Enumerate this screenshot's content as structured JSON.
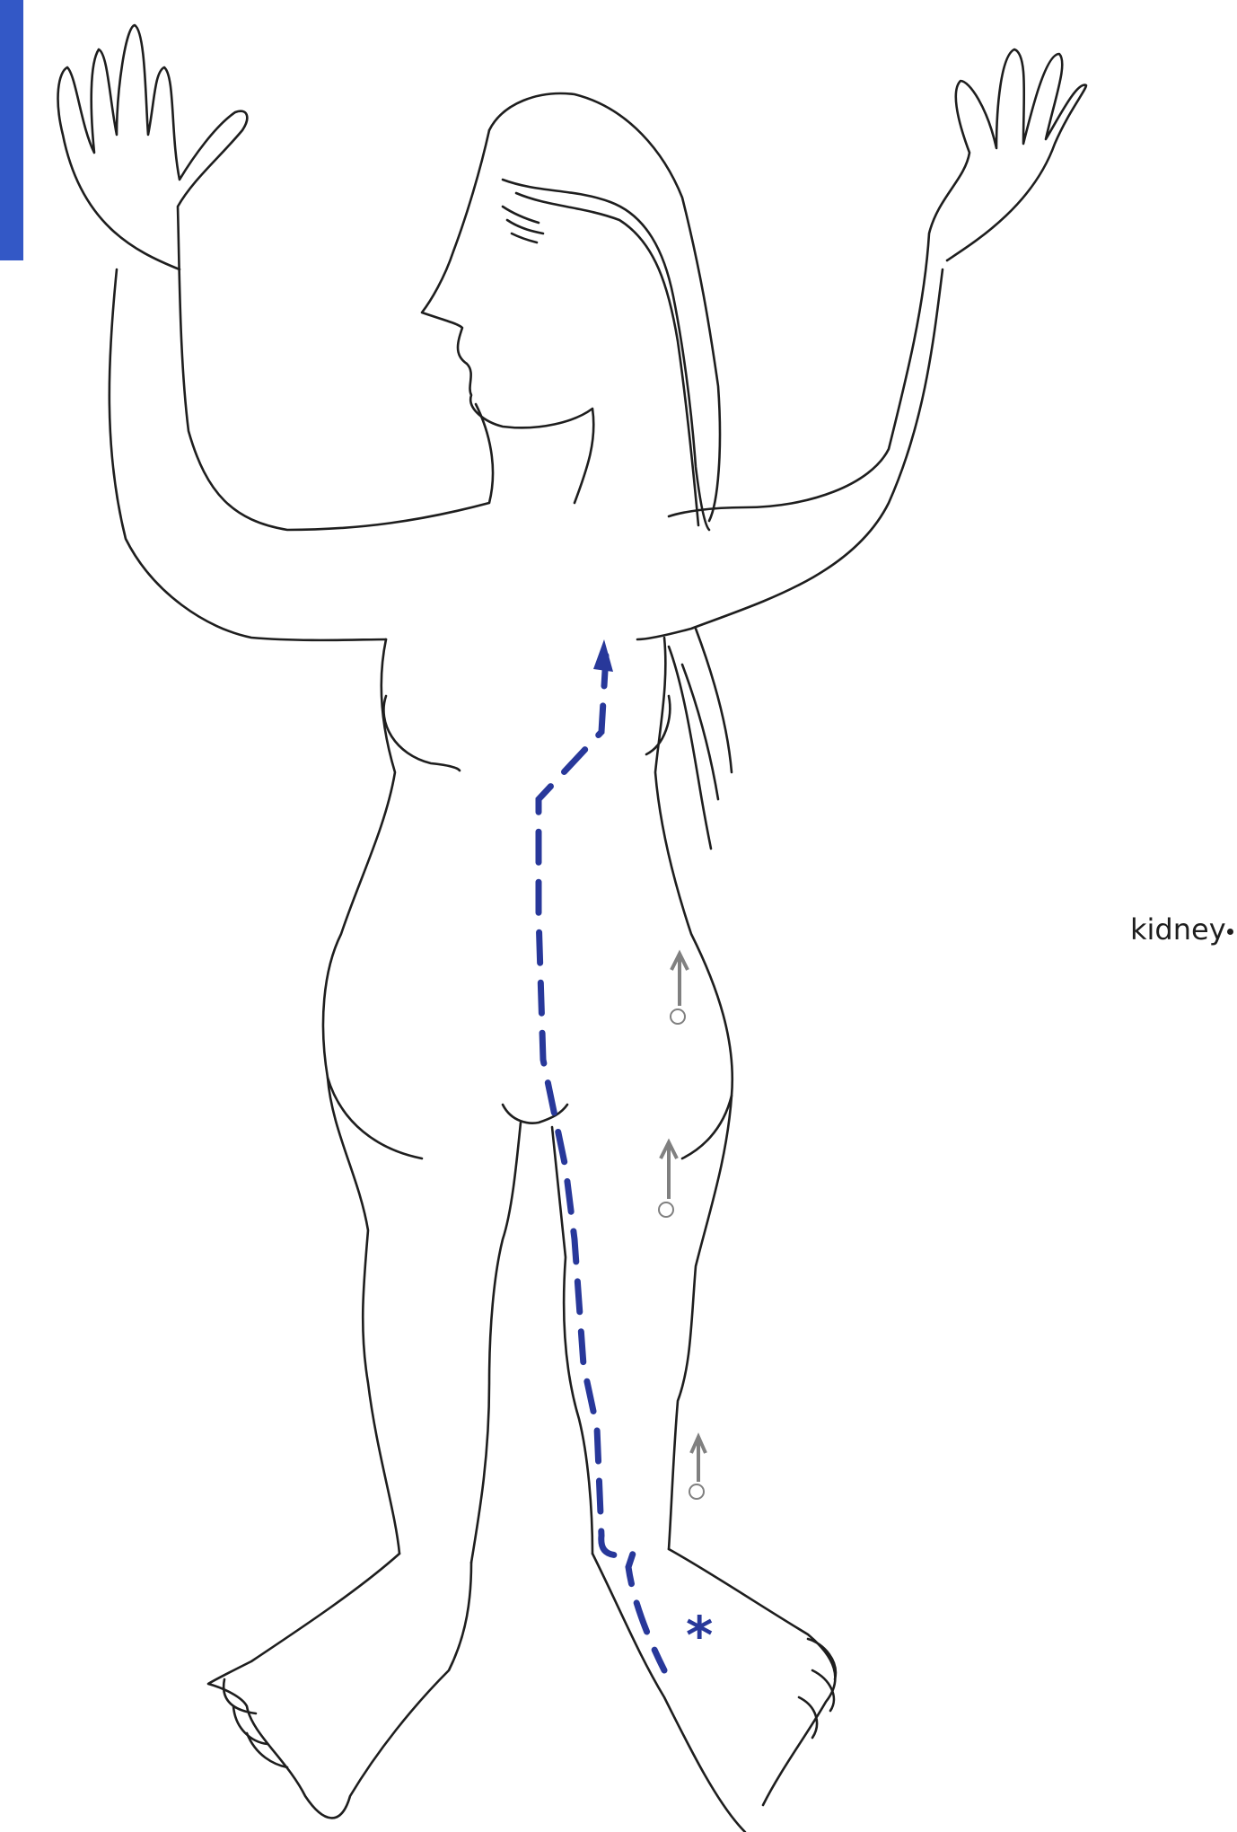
{
  "labels": {
    "kidney": "kidney",
    "marker": "*"
  },
  "colors": {
    "outline": "#1e1e1e",
    "path": "#28389a",
    "flow_arrows": "#808080",
    "edge_tab": "#3358c6"
  },
  "icons": [
    "edge-tab",
    "up-arrow-icon",
    "asterisk-marker"
  ]
}
